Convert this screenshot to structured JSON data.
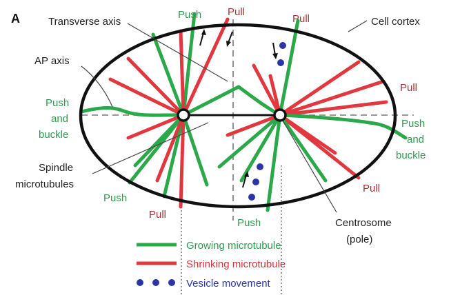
{
  "panel_letter": "A",
  "labels": {
    "transverse_axis": "Transverse axis",
    "cell_cortex": "Cell cortex",
    "ap_axis": "AP axis",
    "spindle_microtubules_1": "Spindle",
    "spindle_microtubules_2": "microtubules",
    "centrosome_1": "Centrosome",
    "centrosome_2": "(pole)"
  },
  "forces": {
    "push": "Push",
    "pull": "Pull",
    "push_and_buckle_1": "Push",
    "push_and_buckle_2": "and",
    "push_and_buckle_3": "buckle"
  },
  "legend": {
    "growing": "Growing microtubule",
    "shrinking": "Shrinking microtubule",
    "vesicle": "Vesicle movement"
  },
  "colors": {
    "growing": "#2aa84a",
    "shrinking": "#e0383e",
    "vesicle": "#2b35a8",
    "push_text": "#2e9a4e",
    "pull_text": "#a8323a"
  }
}
